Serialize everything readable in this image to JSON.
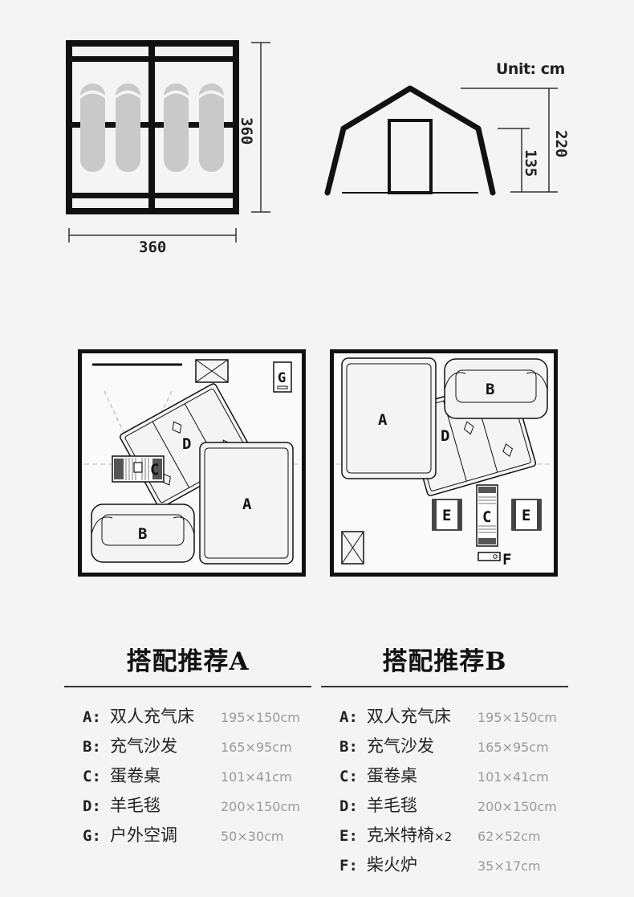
{
  "unit_label": "Unit: cm",
  "dimensions": {
    "plan_width": "360",
    "plan_depth": "360",
    "total_height": "220",
    "wall_height": "135"
  },
  "layout_a": {
    "labels": {
      "a": "A",
      "b": "B",
      "c": "C",
      "d": "D",
      "g": "G"
    },
    "title": "搭配推荐A",
    "items": [
      {
        "key": "A:",
        "name": "双人充气床",
        "size": "195×150cm"
      },
      {
        "key": "B:",
        "name": "充气沙发",
        "size": "165×95cm"
      },
      {
        "key": "C:",
        "name": "蛋卷桌",
        "size": "101×41cm"
      },
      {
        "key": "D:",
        "name": "羊毛毯",
        "size": "200×150cm"
      },
      {
        "key": "G:",
        "name": "户外空调",
        "size": "50×30cm"
      }
    ]
  },
  "layout_b": {
    "labels": {
      "a": "A",
      "b": "B",
      "c": "C",
      "d": "D",
      "e": "E",
      "f": "F"
    },
    "title": "搭配推荐B",
    "items": [
      {
        "key": "A:",
        "name": "双人充气床",
        "size": "195×150cm"
      },
      {
        "key": "B:",
        "name": "充气沙发",
        "size": "165×95cm"
      },
      {
        "key": "C:",
        "name": "蛋卷桌",
        "size": "101×41cm"
      },
      {
        "key": "D:",
        "name": "羊毛毯",
        "size": "200×150cm"
      },
      {
        "key": "E:",
        "name": "克米特椅",
        "qty": "×2",
        "size": "62×52cm"
      },
      {
        "key": "F:",
        "name": "柴火炉",
        "size": "35×17cm"
      }
    ]
  }
}
